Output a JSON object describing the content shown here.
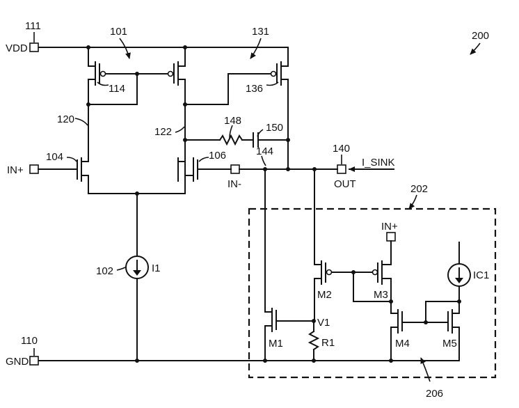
{
  "labels": {
    "vdd": "VDD",
    "gnd": "GND",
    "in_plus": "IN+",
    "in_minus": "IN-",
    "out": "OUT",
    "in_plus_2": "IN+",
    "i_sink": "I_SINK",
    "i1": "I1",
    "ic1": "IC1",
    "v1": "V1",
    "r1": "R1",
    "m1": "M1",
    "m2": "M2",
    "m3": "M3",
    "m4": "M4",
    "m5": "M5"
  },
  "refs": {
    "r111": "111",
    "r101": "101",
    "r131": "131",
    "r200": "200",
    "r114": "114",
    "r136": "136",
    "r120": "120",
    "r122": "122",
    "r148": "148",
    "r150": "150",
    "r104": "104",
    "r106": "106",
    "r144": "144",
    "r140": "140",
    "r202": "202",
    "r102": "102",
    "r110": "110",
    "r206": "206"
  },
  "icons": {
    "terminal": "terminal-pad-icon",
    "current_source": "current-source-icon",
    "resistor": "resistor-icon",
    "capacitor": "capacitor-icon",
    "arrow": "arrow-icon"
  }
}
